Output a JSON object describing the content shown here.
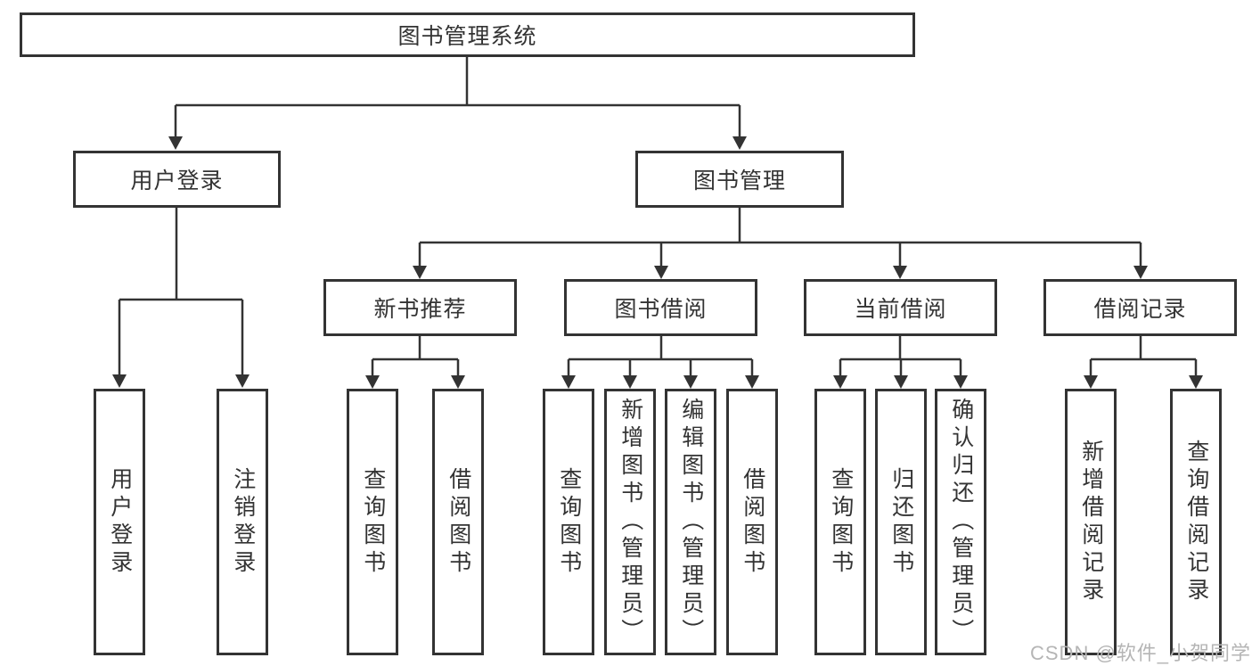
{
  "watermark": "CSDN @软件_小贺同学",
  "diagram": {
    "type": "tree",
    "root": {
      "label": "图书管理系统",
      "children": [
        {
          "label": "用户登录",
          "children": [
            {
              "label": "用户登录"
            },
            {
              "label": "注销登录"
            }
          ]
        },
        {
          "label": "图书管理",
          "children": [
            {
              "label": "新书推荐",
              "children": [
                {
                  "label": "查询图书"
                },
                {
                  "label": "借阅图书"
                }
              ]
            },
            {
              "label": "图书借阅",
              "children": [
                {
                  "label": "查询图书"
                },
                {
                  "label": "新增图书（管理员）"
                },
                {
                  "label": "编辑图书（管理员）"
                },
                {
                  "label": "借阅图书"
                }
              ]
            },
            {
              "label": "当前借阅",
              "children": [
                {
                  "label": "查询图书"
                },
                {
                  "label": "归还图书"
                },
                {
                  "label": "确认归还（管理员）"
                }
              ]
            },
            {
              "label": "借阅记录",
              "children": [
                {
                  "label": "新增借阅记录"
                },
                {
                  "label": "查询借阅记录"
                }
              ]
            }
          ]
        }
      ]
    }
  }
}
